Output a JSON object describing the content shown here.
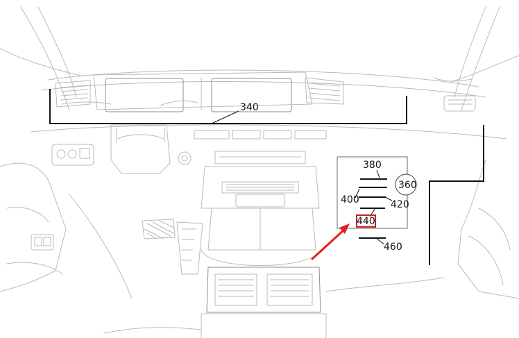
{
  "figure": {
    "reference_numerals": {
      "dashboard": "340",
      "module_top": "380",
      "module_callout": "360",
      "layer_left": "400",
      "layer_right": "420",
      "highlighted_part": "440",
      "bottom_part": "460"
    },
    "highlight": {
      "target": "440",
      "box_color": "#d11a1a",
      "arrow_color": "#e02020"
    }
  }
}
